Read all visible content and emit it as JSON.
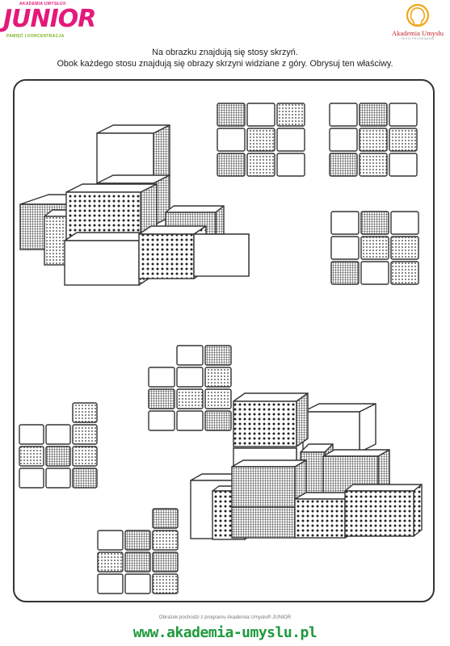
{
  "header": {
    "brand_small": "AKADEMIA UMYSŁU®",
    "brand_big": "JUNIOR",
    "brand_tagline": "PAMIĘĆ I KONCENTRACJA",
    "publisher_name": "Akademia Umysłu",
    "publisher_sub": "SERIA PROGRAMÓW"
  },
  "instructions": {
    "line1": "Na obrazku znajdują się stosy skrzyń.",
    "line2": "Obok każdego stosu znajdują się obrazy skrzyni widziane z góry. Obrysuj ten właściwy."
  },
  "footer": {
    "credit": "Obrazek pochodzi z programu Akademia Umysłu® JUNIOR",
    "url": "www.akademia-umyslu.pl"
  },
  "colors": {
    "brand_pink": "#e4197a",
    "brand_green": "#1f9a3c",
    "publisher_red": "#c0262d"
  }
}
